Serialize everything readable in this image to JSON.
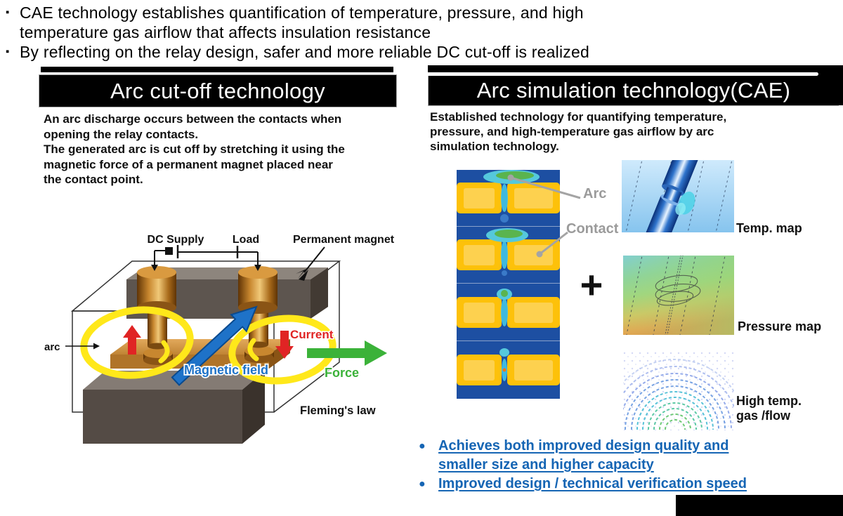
{
  "top_bullets": {
    "marker": "▪",
    "items": [
      "CAE technology establishes quantification of temperature, pressure, and high\ntemperature gas airflow that affects insulation resistance",
      "By reflecting on the relay design, safer and more reliable DC cut-off is realized"
    ]
  },
  "left_panel": {
    "title": "Arc cut-off technology",
    "description": "An arc discharge occurs between the contacts when\nopening the relay contacts.\nThe generated arc is cut off by stretching it using the\nmagnetic force of a permanent magnet placed near\nthe contact point.",
    "diagram_labels": {
      "dc_supply": "DC Supply",
      "load": "Load",
      "permanent_magnet": "Permanent magnet",
      "arc": "arc",
      "current": "Current",
      "magnetic_field": "Magnetic field",
      "force": "Force",
      "flemings_law": "Fleming's law"
    }
  },
  "right_panel": {
    "title": "Arc simulation technology(CAE)",
    "description": "Established technology for quantifying temperature,\npressure, and high-temperature gas airflow by arc\nsimulation technology.",
    "sim_labels": {
      "arc": "Arc",
      "contact": "Contact"
    },
    "plus": "+",
    "map_labels": {
      "temp": "Temp. map",
      "pressure": "Pressure map",
      "gas": "High temp.\ngas /flow"
    },
    "benefits_marker": "●",
    "benefits": [
      "Achieves both improved design quality and smaller size and higher capacity",
      "Improved design / technical verification speed"
    ]
  },
  "colors": {
    "link_blue": "#1565b4",
    "arc_yellow": "#ffe81a",
    "current_red": "#e02424",
    "force_green": "#3bb239",
    "magnetic_blue": "#1e72c8",
    "sim_blue": "#1d4fa2",
    "sim_yellow": "#fdc10a",
    "header_black": "#000000"
  }
}
